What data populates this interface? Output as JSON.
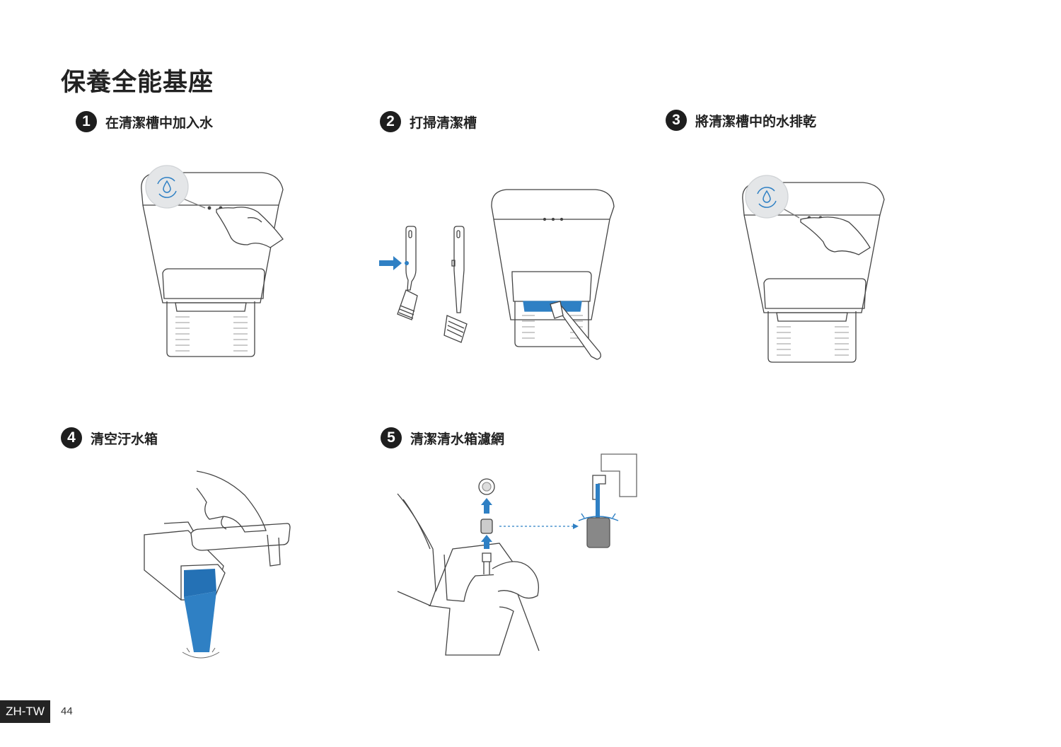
{
  "page": {
    "title": "保養全能基座",
    "language": "ZH-TW",
    "page_number": "44"
  },
  "steps": [
    {
      "number": "1",
      "label": "在清潔槽中加入水"
    },
    {
      "number": "2",
      "label": "打掃清潔槽"
    },
    {
      "number": "3",
      "label": "將清潔槽中的水排乾"
    },
    {
      "number": "4",
      "label": "清空汙水箱"
    },
    {
      "number": "5",
      "label": "清潔清水箱濾網"
    }
  ],
  "colors": {
    "accent_blue": "#2f80c4",
    "line": "#444444",
    "badge_bg": "#1e1e1e",
    "callout_bg": "#e4e6e8"
  },
  "icons": [
    "water-drop-cycle-icon",
    "arrow-right-icon",
    "arrow-up-icon"
  ]
}
